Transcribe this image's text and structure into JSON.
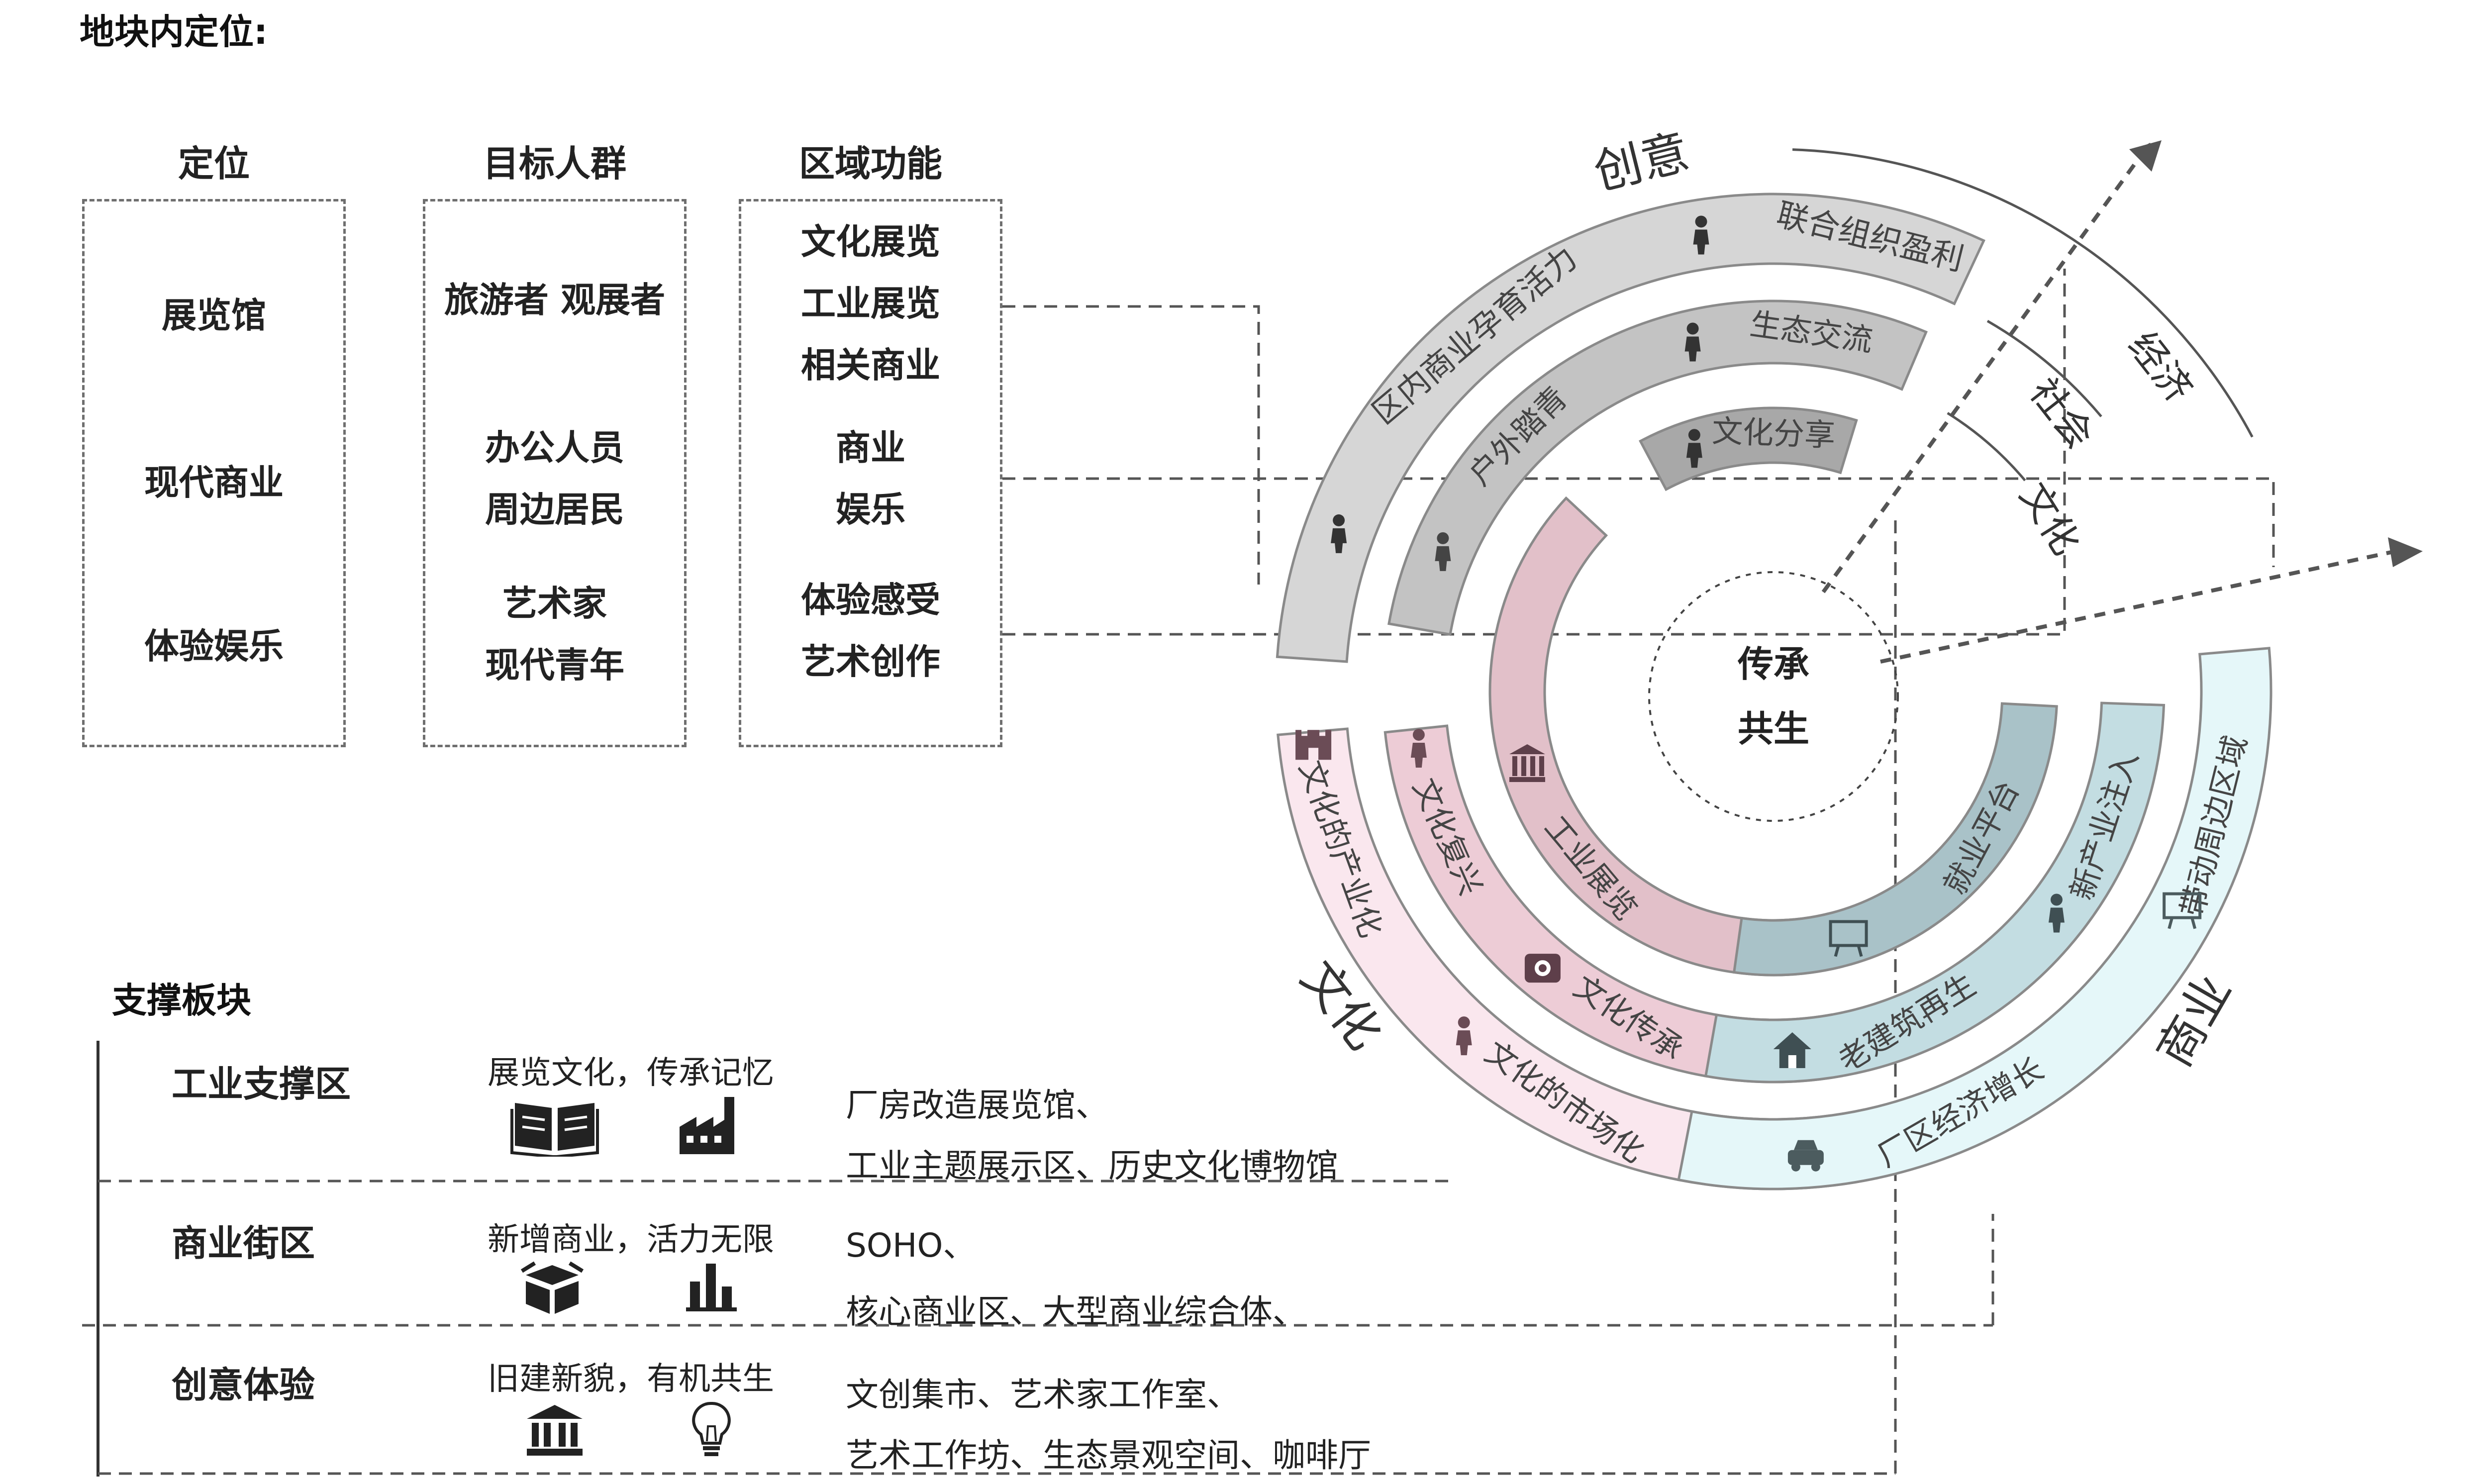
{
  "title": "地块内定位:",
  "columns": [
    {
      "header": "定位",
      "items": [
        "展览馆",
        "现代商业",
        "体验娱乐"
      ]
    },
    {
      "header": "目标人群",
      "items": [
        "旅游者 观展者",
        "办公人员",
        "周边居民",
        "艺术家",
        "现代青年"
      ]
    },
    {
      "header": "区域功能",
      "items": [
        "文化展览",
        "工业展览",
        "相关商业",
        "商业",
        "娱乐",
        "体验感受",
        "艺术创作"
      ]
    }
  ],
  "support": {
    "title": "支撑板块",
    "rows": [
      {
        "name": "工业支撑区",
        "sub": "展览文化，传承记忆",
        "desc1": "厂房改造展览馆、",
        "desc2": "工业主题展示区、历史文化博物馆",
        "icons": [
          "book-icon",
          "factory-icon"
        ]
      },
      {
        "name": "商业街区",
        "sub": "新增商业，活力无限",
        "desc1": "SOHO、",
        "desc2": "核心商业区、大型商业综合体、",
        "icons": [
          "box-icon",
          "bar-chart-icon"
        ]
      },
      {
        "name": "创意体验",
        "sub": "旧建新貌，有机共生",
        "desc1": "文创集市、艺术家工作室、",
        "desc2": "艺术工作坊、生态景观空间、咖啡厅",
        "icons": [
          "museum-icon",
          "lightbulb-icon"
        ]
      }
    ]
  },
  "diagram": {
    "center": [
      "传承",
      "共生"
    ],
    "sectors": {
      "top": "创意",
      "left": "文化",
      "right": "商业"
    },
    "axes": [
      "经济",
      "社会",
      "文化"
    ],
    "top_ring": {
      "outer": [
        "区内商业孕育活力",
        "联合组织盈利"
      ],
      "middle": [
        "户外踏青",
        "生态交流"
      ],
      "inner": [
        "文化分享"
      ]
    },
    "left_ring": {
      "outer": [
        "文化的产业化",
        "文化的市场化"
      ],
      "middle": [
        "文化复兴",
        "文化传承"
      ],
      "inner": [
        "工业展览"
      ]
    },
    "right_ring": {
      "outer": [
        "带动周边区域",
        "厂区经济增长"
      ],
      "middle": [
        "新产业注入",
        "老建筑再生"
      ],
      "inner": [
        "就业平台"
      ]
    },
    "colors": {
      "top_outer": "#d6d6d6",
      "top_middle": "#c3c3c3",
      "top_inner": "#a8a8a8",
      "left_outer": "#fae7ee",
      "left_middle": "#edccd6",
      "left_inner": "#e2c0c9",
      "right_outer": "#e5f7f9",
      "right_middle": "#c3dde2",
      "right_inner": "#a9c2c8",
      "stroke": "#8a8a8a",
      "dash": "#555555"
    }
  }
}
